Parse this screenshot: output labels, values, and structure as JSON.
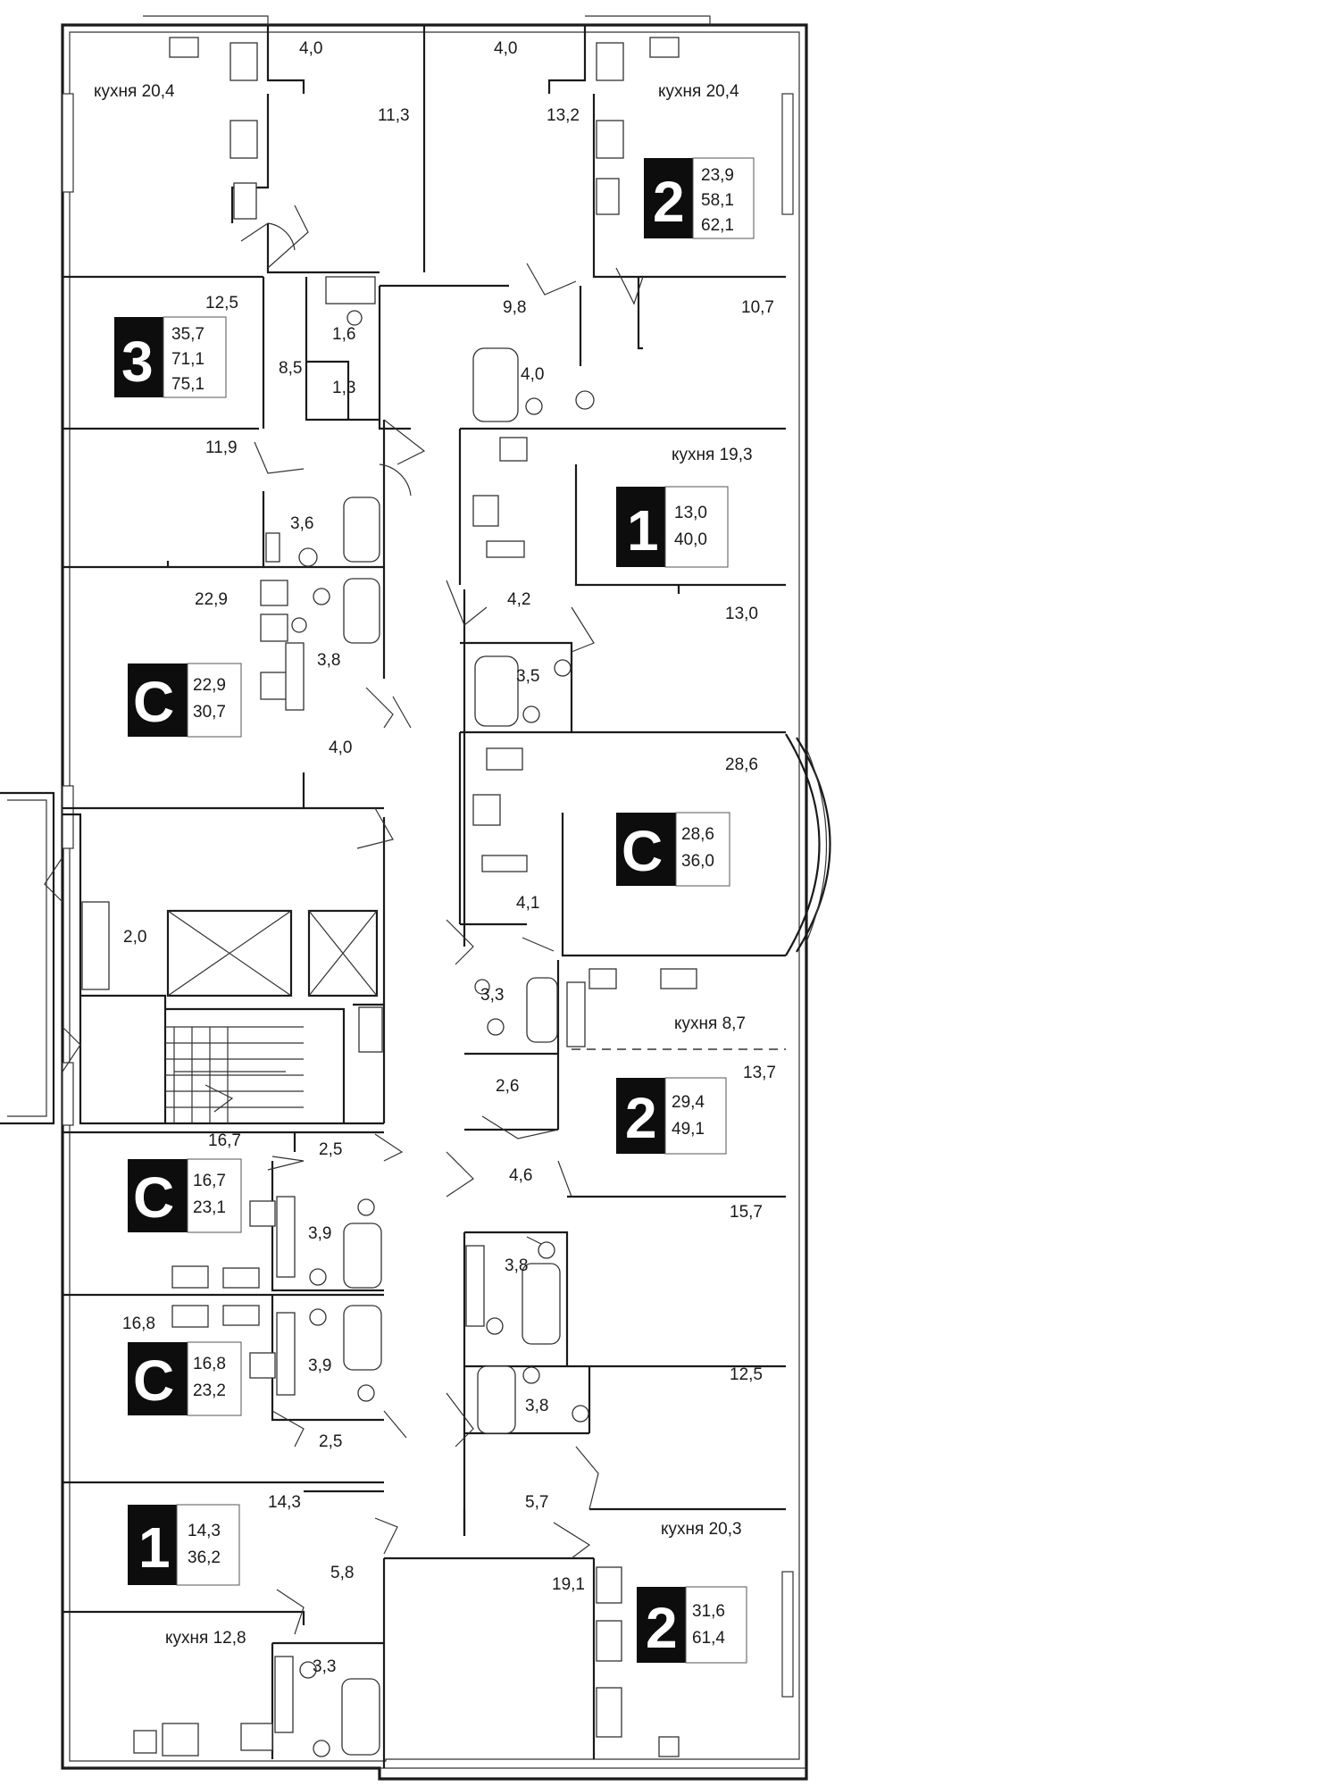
{
  "rooms": [
    {
      "id": "r01",
      "text": "4,0"
    },
    {
      "id": "r02",
      "text": "4,0"
    },
    {
      "id": "r03",
      "text": "кухня 20,4"
    },
    {
      "id": "r04",
      "text": "кухня 20,4"
    },
    {
      "id": "r05",
      "text": "11,3"
    },
    {
      "id": "r06",
      "text": "13,2"
    },
    {
      "id": "r07",
      "text": "12,5"
    },
    {
      "id": "r08",
      "text": "9,8"
    },
    {
      "id": "r09",
      "text": "10,7"
    },
    {
      "id": "r10",
      "text": "1,6"
    },
    {
      "id": "r11",
      "text": "8,5"
    },
    {
      "id": "r12",
      "text": "1,3"
    },
    {
      "id": "r13",
      "text": "4,0"
    },
    {
      "id": "r14",
      "text": "11,9"
    },
    {
      "id": "r15",
      "text": "кухня 19,3"
    },
    {
      "id": "r16",
      "text": "3,6"
    },
    {
      "id": "r17",
      "text": "22,9"
    },
    {
      "id": "r18",
      "text": "4,2"
    },
    {
      "id": "r19",
      "text": "13,0"
    },
    {
      "id": "r20",
      "text": "3,8"
    },
    {
      "id": "r21",
      "text": "3,5"
    },
    {
      "id": "r22",
      "text": "4,0"
    },
    {
      "id": "r23",
      "text": "28,6"
    },
    {
      "id": "r24",
      "text": "2,0"
    },
    {
      "id": "r25",
      "text": "4,1"
    },
    {
      "id": "r26",
      "text": "3,3"
    },
    {
      "id": "r27",
      "text": "кухня 8,7"
    },
    {
      "id": "r28",
      "text": "2,6"
    },
    {
      "id": "r29",
      "text": "13,7"
    },
    {
      "id": "r30",
      "text": "16,7"
    },
    {
      "id": "r31",
      "text": "2,5"
    },
    {
      "id": "r32",
      "text": "4,6"
    },
    {
      "id": "r33",
      "text": "15,7"
    },
    {
      "id": "r34",
      "text": "3,9"
    },
    {
      "id": "r35",
      "text": "3,8"
    },
    {
      "id": "r36",
      "text": "16,8"
    },
    {
      "id": "r37",
      "text": "3,9"
    },
    {
      "id": "r38",
      "text": "12,5"
    },
    {
      "id": "r39",
      "text": "3,8"
    },
    {
      "id": "r40",
      "text": "2,5"
    },
    {
      "id": "r41",
      "text": "14,3"
    },
    {
      "id": "r42",
      "text": "5,7"
    },
    {
      "id": "r43",
      "text": "кухня 20,3"
    },
    {
      "id": "r44",
      "text": "5,8"
    },
    {
      "id": "r45",
      "text": "19,1"
    },
    {
      "id": "r46",
      "text": "кухня 12,8"
    },
    {
      "id": "r47",
      "text": "3,3"
    }
  ],
  "apartments": [
    {
      "id": "a1",
      "type": "2",
      "values": [
        "23,9",
        "58,1",
        "62,1"
      ]
    },
    {
      "id": "a2",
      "type": "3",
      "values": [
        "35,7",
        "71,1",
        "75,1"
      ]
    },
    {
      "id": "a3",
      "type": "1",
      "values": [
        "13,0",
        "40,0"
      ]
    },
    {
      "id": "a4",
      "type": "С",
      "values": [
        "22,9",
        "30,7"
      ]
    },
    {
      "id": "a5",
      "type": "С",
      "values": [
        "28,6",
        "36,0"
      ]
    },
    {
      "id": "a6",
      "type": "2",
      "values": [
        "29,4",
        "49,1"
      ]
    },
    {
      "id": "a7",
      "type": "С",
      "values": [
        "16,7",
        "23,1"
      ]
    },
    {
      "id": "a8",
      "type": "С",
      "values": [
        "16,8",
        "23,2"
      ]
    },
    {
      "id": "a9",
      "type": "1",
      "values": [
        "14,3",
        "36,2"
      ]
    },
    {
      "id": "a10",
      "type": "2",
      "values": [
        "31,6",
        "61,4"
      ]
    }
  ]
}
